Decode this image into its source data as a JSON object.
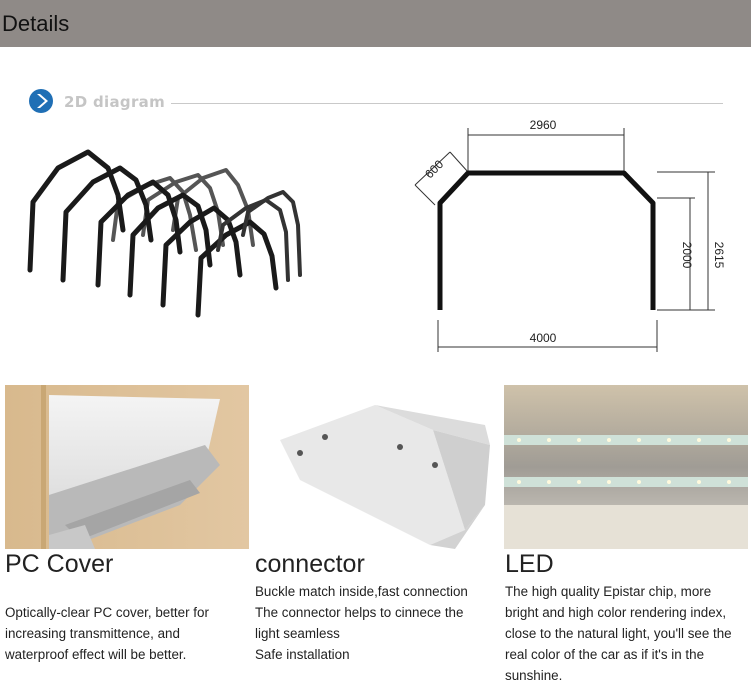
{
  "header": {
    "title": "Details"
  },
  "diagram_section": {
    "label": "2D diagram"
  },
  "dimensions": {
    "top_width": "2960",
    "corner": "600",
    "straight_height": "2000",
    "total_height": "2615",
    "base_width": "4000"
  },
  "features": [
    {
      "title": "PC Cover",
      "lines": [
        "Optically-clear PC cover, better for",
        "increasing transmittence, and",
        "waterproof effect will be better."
      ]
    },
    {
      "title": "connector",
      "lines": [
        "Buckle match inside,fast connection",
        "The connector helps to cinnece the",
        "light seamless",
        "Safe installation"
      ]
    },
    {
      "title": "LED",
      "lines": [
        "The high quality Epistar chip, more",
        "bright and high color rendering index,",
        "close to the natural light, you'll see the",
        "real color of the car as if it's in the",
        "sunshine."
      ]
    }
  ],
  "colors": {
    "header_bg": "#8f8a87",
    "accent_icon": "#1f6fb5"
  }
}
